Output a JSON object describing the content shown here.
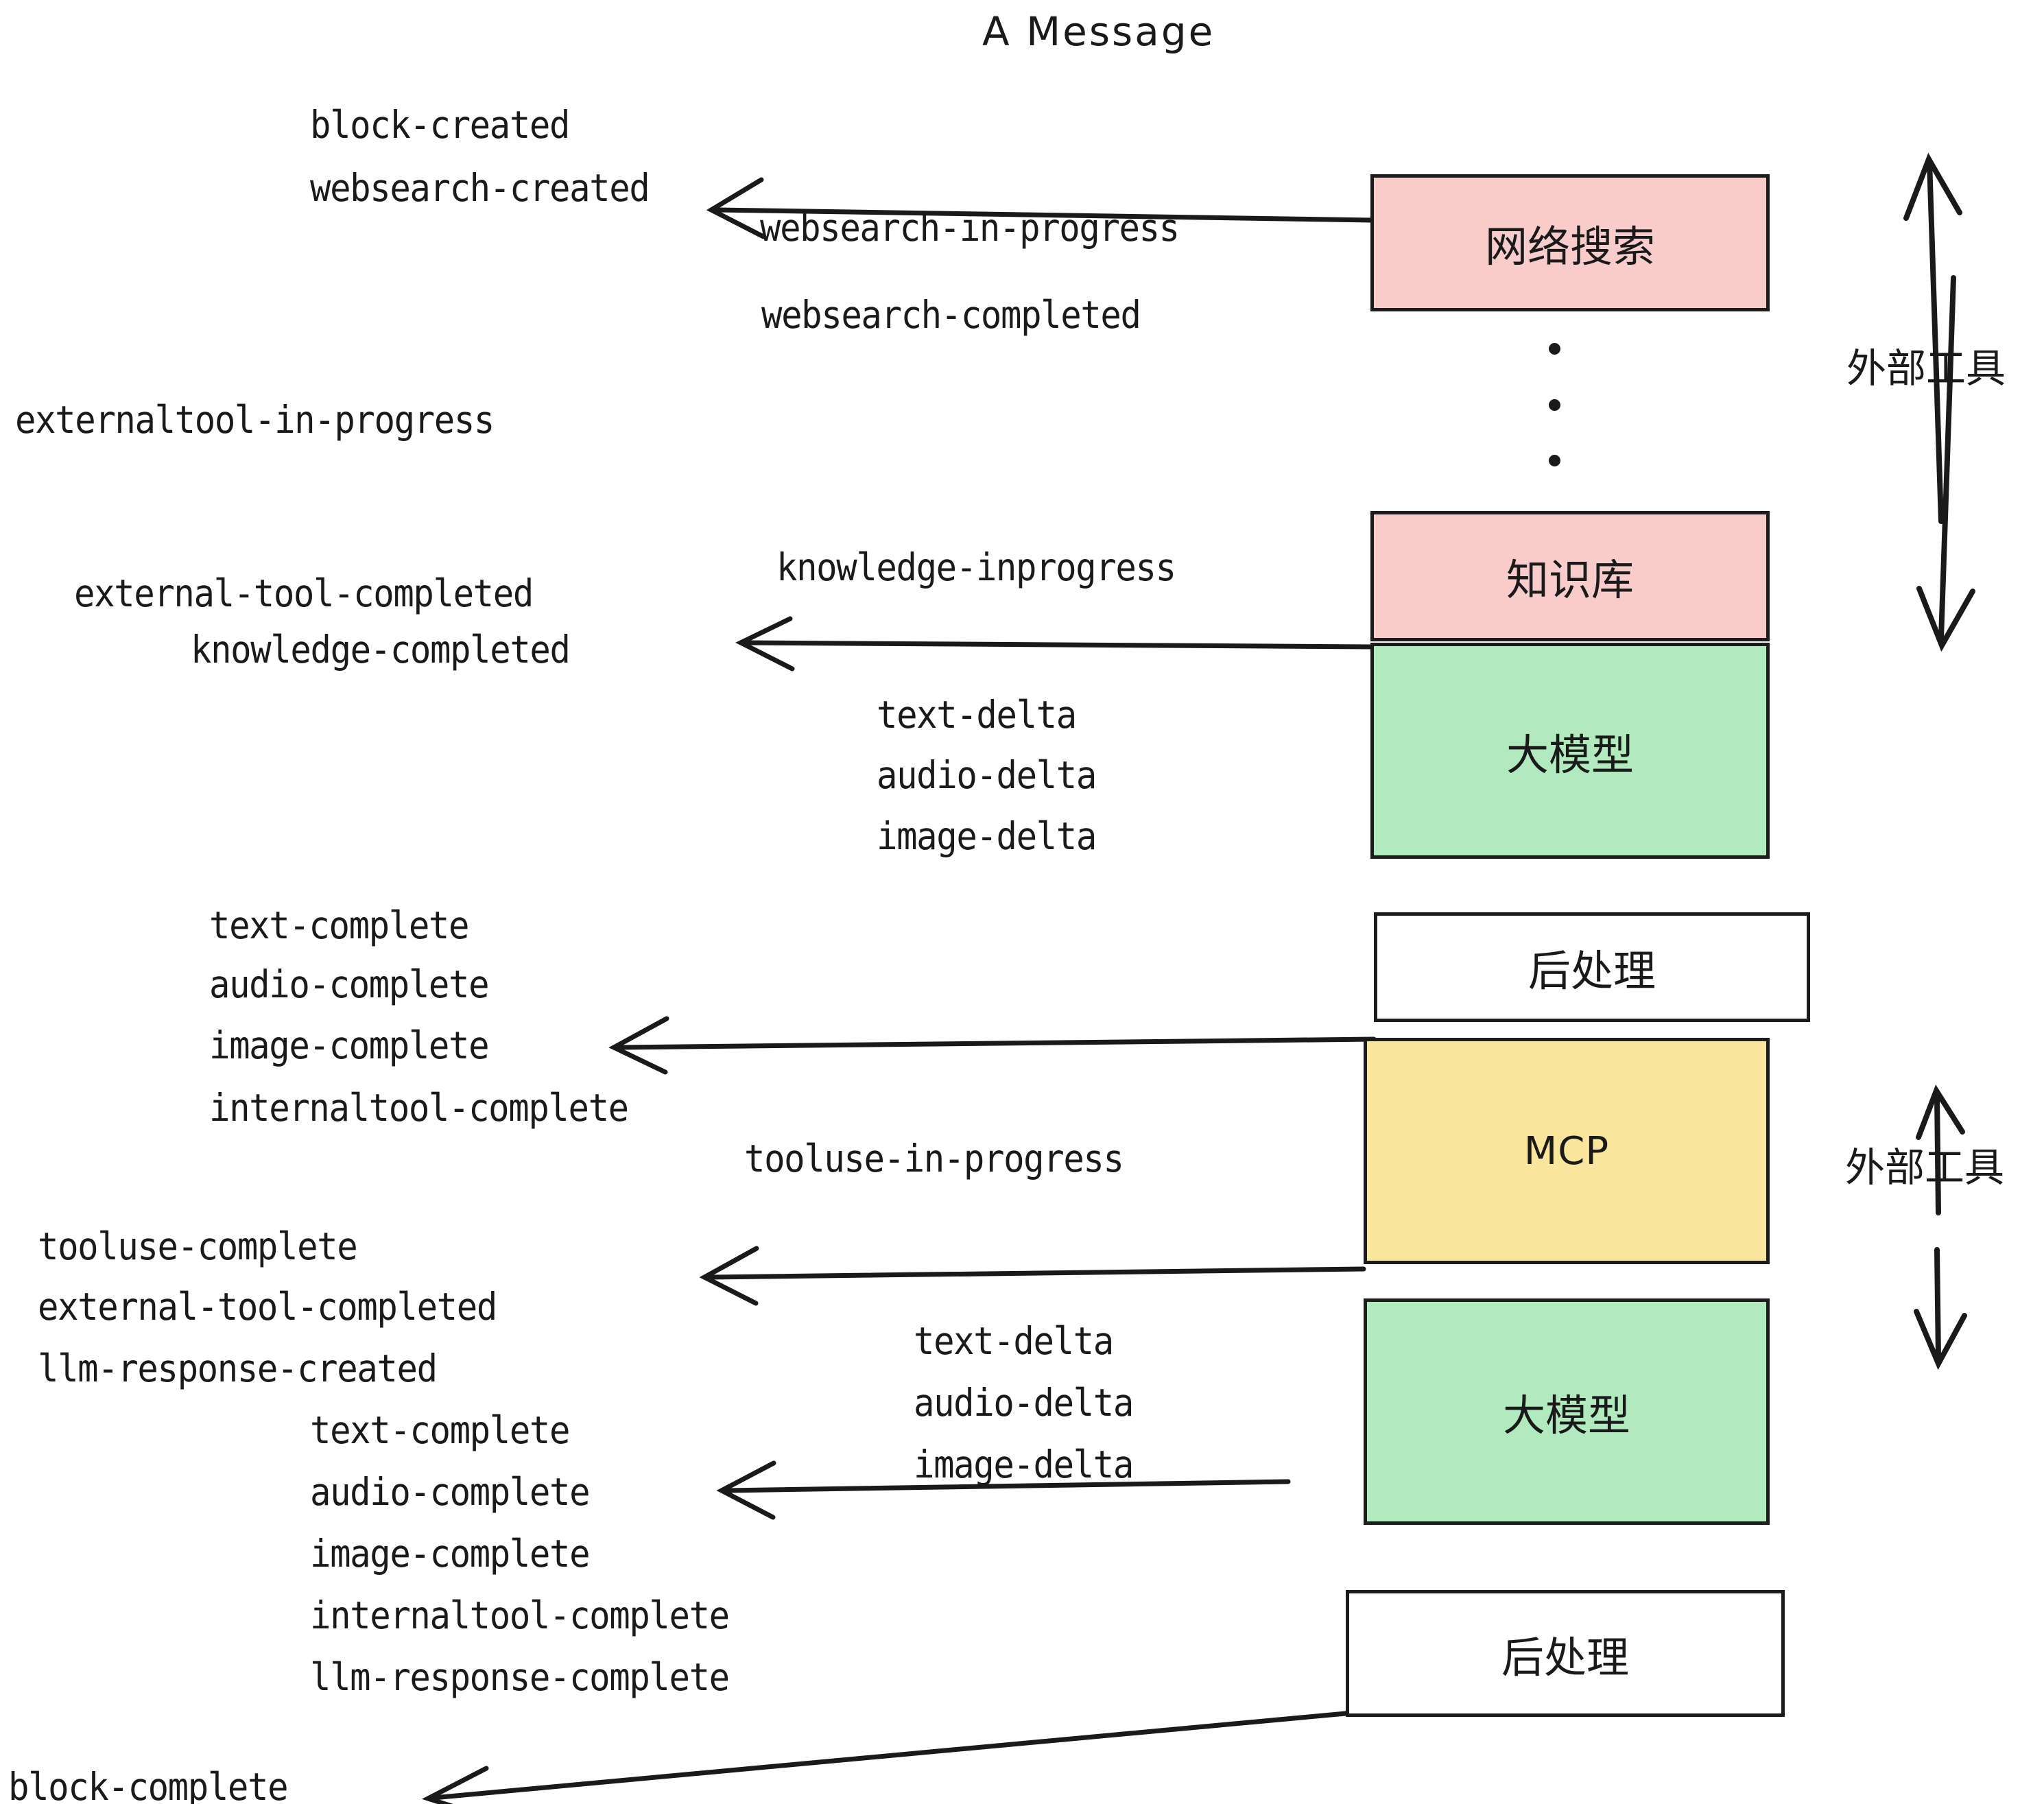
{
  "title": "A Message",
  "colors": {
    "pink": "#f9cccc",
    "green": "#b1ebbd",
    "yellow": "#fae59c",
    "white": "#ffffff",
    "stroke": "#1c1c1c",
    "text": "#1a1a1a"
  },
  "nodes": [
    {
      "label": "网络搜索",
      "fill": "pink"
    },
    {
      "label": "知识库",
      "fill": "pink"
    },
    {
      "label": "大模型",
      "fill": "green"
    },
    {
      "label": "后处理",
      "fill": "white"
    },
    {
      "label": "MCP",
      "fill": "yellow"
    },
    {
      "label": "大模型",
      "fill": "green"
    },
    {
      "label": "后处理",
      "fill": "white"
    }
  ],
  "side_labels": [
    {
      "text": "外部工具"
    },
    {
      "text": "外部工具"
    }
  ],
  "events": [
    {
      "text": "block-created"
    },
    {
      "text": "websearch-created"
    },
    {
      "text": "websearch-in-progress"
    },
    {
      "text": "websearch-completed"
    },
    {
      "text": "externaltool-in-progress"
    },
    {
      "text": "knowledge-inprogress"
    },
    {
      "text": "external-tool-completed"
    },
    {
      "text": "knowledge-completed"
    },
    {
      "text": "text-delta"
    },
    {
      "text": "audio-delta"
    },
    {
      "text": "image-delta"
    },
    {
      "text": "text-complete"
    },
    {
      "text": "audio-complete"
    },
    {
      "text": "image-complete"
    },
    {
      "text": "internaltool-complete"
    },
    {
      "text": "tooluse-in-progress"
    },
    {
      "text": "tooluse-complete"
    },
    {
      "text": "external-tool-completed"
    },
    {
      "text": "llm-response-created"
    },
    {
      "text": "text-complete"
    },
    {
      "text": "audio-complete"
    },
    {
      "text": "image-complete"
    },
    {
      "text": "internaltool-complete"
    },
    {
      "text": "llm-response-complete"
    },
    {
      "text": "text-delta"
    },
    {
      "text": "audio-delta"
    },
    {
      "text": "image-delta"
    },
    {
      "text": "block-complete"
    }
  ]
}
